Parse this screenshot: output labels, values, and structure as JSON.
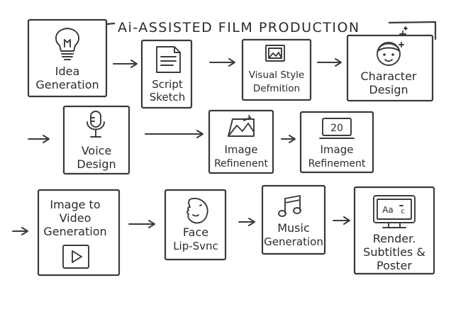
{
  "title": "Ai-ASSISTED FILM PRODUCTION",
  "nodes": [
    {
      "id": "idea",
      "lines": [
        "Idea",
        "Generation"
      ],
      "icon": "lightbulb-icon"
    },
    {
      "id": "script",
      "lines": [
        "Script",
        "Sketch"
      ],
      "icon": "document-icon"
    },
    {
      "id": "visual",
      "lines": [
        "Visual Style",
        "Defmition"
      ],
      "icon": "image-frame-icon"
    },
    {
      "id": "character",
      "lines": [
        "Character",
        "Design"
      ],
      "icon": "character-face-icon"
    },
    {
      "id": "voice",
      "lines": [
        "Voice",
        "Design"
      ],
      "icon": "microphone-icon"
    },
    {
      "id": "image-ref-1",
      "lines": [
        "Image",
        "Refinenent"
      ],
      "icon": "landscape-image-icon"
    },
    {
      "id": "image-ref-2",
      "lines": [
        "Image",
        "Refinement"
      ],
      "icon": "screen-icon"
    },
    {
      "id": "img2vid",
      "lines": [
        "Image to",
        "Video",
        "Generation"
      ],
      "icon": "play-button-icon"
    },
    {
      "id": "face",
      "lines": [
        "Face",
        "Lip-Svnc"
      ],
      "icon": "face-profile-icon"
    },
    {
      "id": "music",
      "lines": [
        "Music",
        "Generation"
      ],
      "icon": "music-note-icon"
    },
    {
      "id": "render",
      "lines": [
        "Render.",
        "Subtitles &",
        "Poster"
      ],
      "icon": "monitor-subtitles-icon"
    }
  ],
  "icon_text": {
    "screen": "20",
    "monitor": "Aa",
    "monitor_small": "c"
  }
}
